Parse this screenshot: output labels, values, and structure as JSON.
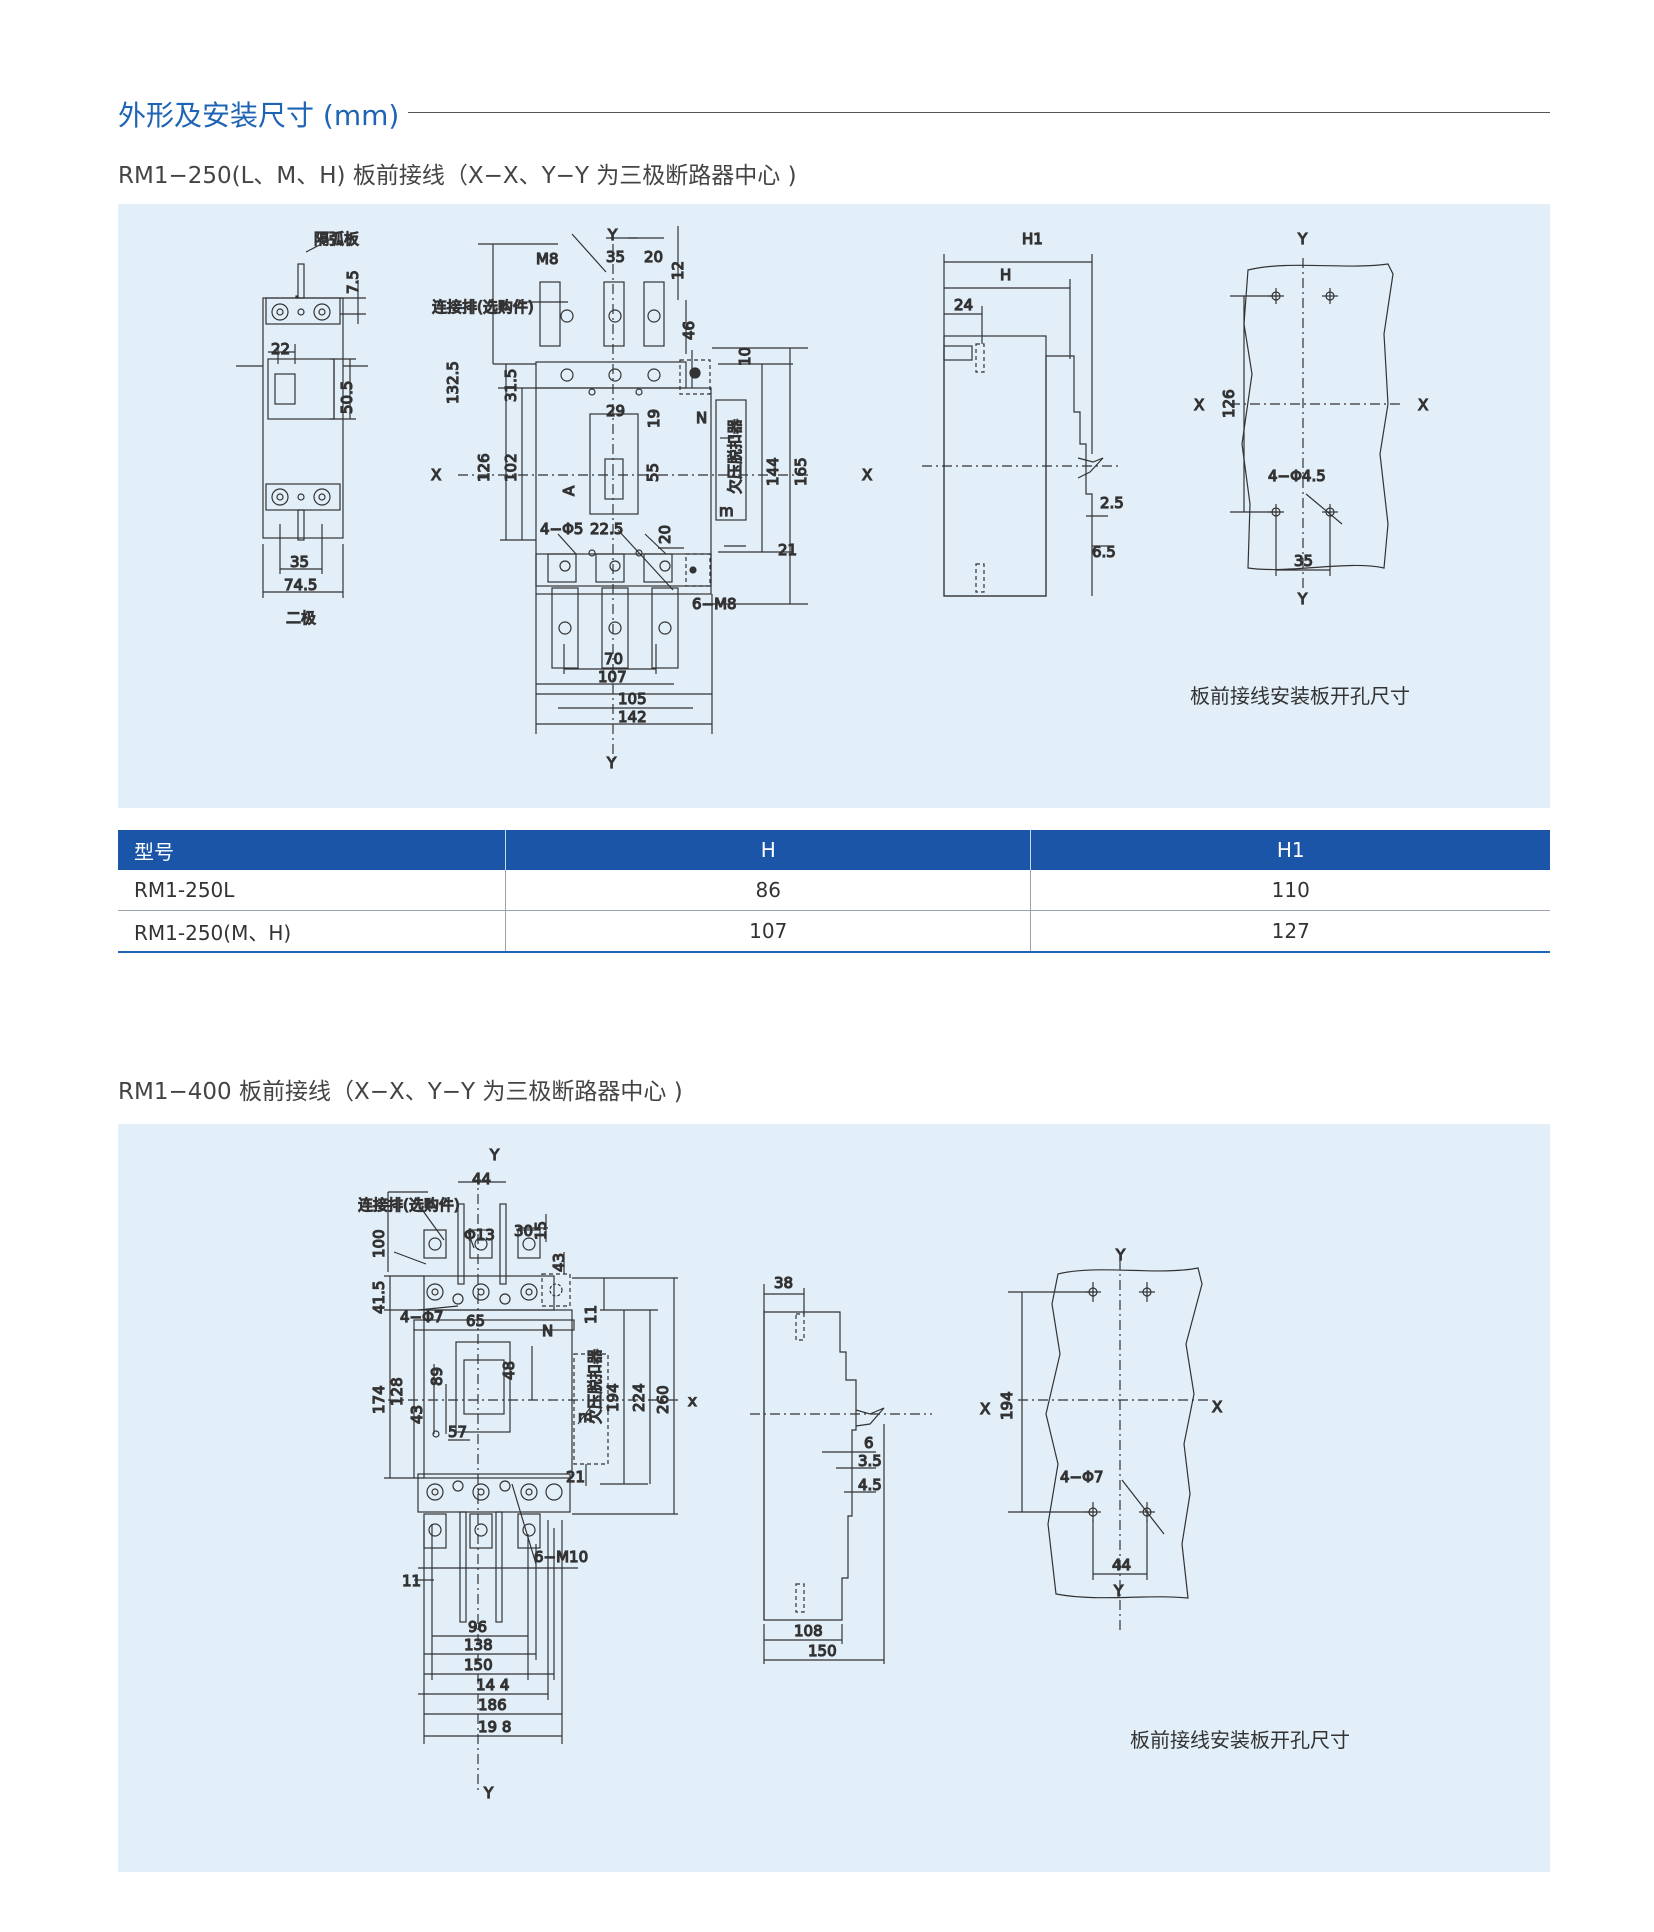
{
  "section_title": "外形及安装尺寸 (mm)",
  "fig1": {
    "subtitle": "RM1−250(L、M、H) 板前接线（X−X、Y−Y 为三极断路器中心 )",
    "two_pole": {
      "arc_plate": "隔弧板",
      "d_7_5": "7.5",
      "d_22": "22",
      "d_50_5": "50.5",
      "d_35": "35",
      "d_74_5": "74.5",
      "caption": "二极"
    },
    "front": {
      "m8": "M8",
      "d_35": "35",
      "d_20": "20",
      "y_top": "Y",
      "d_12": "12",
      "link_bar": "连接排(选购件)",
      "d_46": "46",
      "d_132_5": "132.5",
      "d_31_5": "31.5",
      "d_10": "10",
      "d_29": "29",
      "d_19": "19",
      "n": "N",
      "uv_release": "欠压脱扣器",
      "x_left": "X",
      "d_126": "126",
      "d_102": "102",
      "a": "A",
      "d_55": "55",
      "d_144": "144",
      "d_165": "165",
      "x_right": "X",
      "m": "m",
      "holes": "4−Φ5",
      "d_22_5": "22.5",
      "d_20b": "20",
      "d_21": "21",
      "m8_6": "6−M8",
      "d_70": "70",
      "d_107": "107",
      "d_105": "105",
      "d_142": "142",
      "y_bottom": "Y"
    },
    "side": {
      "h1": "H1",
      "h": "H",
      "d_24": "24",
      "d_2_5": "2.5",
      "d_6_5": "6.5"
    },
    "cutout": {
      "y_top": "Y",
      "x_left": "X",
      "x_right": "X",
      "d_126": "126",
      "holes": "4−Φ4.5",
      "d_35": "35",
      "y_bottom": "Y",
      "caption": "板前接线安装板开孔尺寸"
    }
  },
  "table": {
    "headers": [
      "型号",
      "H",
      "H1"
    ],
    "rows": [
      [
        "RM1-250L",
        "86",
        "110"
      ],
      [
        "RM1-250(M、H)",
        "107",
        "127"
      ]
    ]
  },
  "fig2": {
    "subtitle": "RM1−400 板前接线（X−X、Y−Y 为三极断路器中心 )",
    "front": {
      "y_top": "Y",
      "d_44": "44",
      "link_bar": "连接排(选购件)",
      "hole13": "Φ13",
      "d_30": "30",
      "d_15": "15",
      "d_100": "100",
      "d_43": "43",
      "d_41_5": "41.5",
      "holes": "4−Φ7",
      "d_65": "65",
      "d_11": "11",
      "n": "N",
      "d_174": "174",
      "d_128": "128",
      "d_89": "89",
      "d_48": "48",
      "d_43b": "43",
      "d_57": "57",
      "uv_release": "欠压脱扣器",
      "m": "m",
      "d_194": "194",
      "d_224": "224",
      "d_260": "260",
      "x_right": "x",
      "d_21": "21",
      "m10": "6−M10",
      "d_11b": "11",
      "d_96": "96",
      "d_138": "138",
      "d_150": "150",
      "d_144": "14 4",
      "d_186": "186",
      "d_198": "19 8",
      "y_bottom": "Y"
    },
    "side": {
      "d_38": "38",
      "d_6": "6",
      "d_3_5": "3.5",
      "d_4_5": "4.5",
      "d_108": "108",
      "d_150": "150"
    },
    "cutout": {
      "y_top": "Y",
      "x_left": "X",
      "x_right": "X",
      "d_194": "194",
      "holes": "4−Φ7",
      "d_44": "44",
      "y_bottom": "Y",
      "caption": "板前接线安装板开孔尺寸"
    }
  }
}
